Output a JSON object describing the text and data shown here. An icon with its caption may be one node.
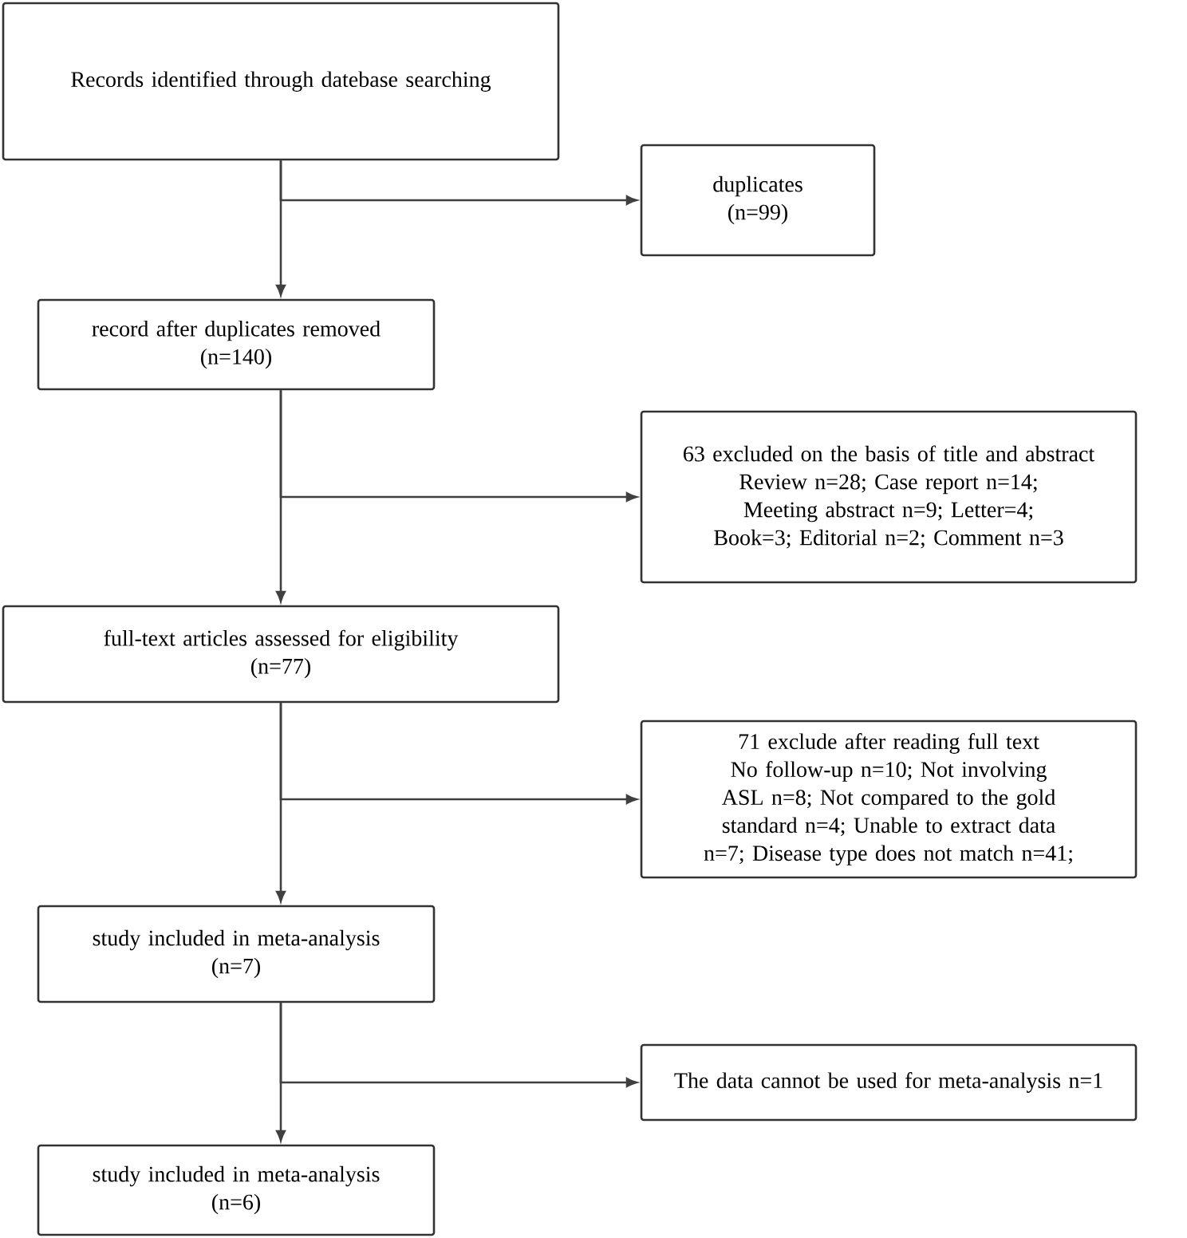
{
  "diagram": {
    "nodes": [
      {
        "text": [
          "Records identified through datebase searching"
        ]
      },
      {
        "text": [
          "duplicates",
          "(n=99)"
        ]
      },
      {
        "text": [
          "record after duplicates removed",
          "(n=140)"
        ]
      },
      {
        "text": [
          "63 excluded on the basis of title and abstract",
          "Review n=28; Case report n=14; Meeting abstract n=9; Letter=4; Book=3; Editorial n=2; Comment n=3"
        ]
      },
      {
        "text": [
          "full-text articles assessed for eligibility",
          "(n=77)"
        ]
      },
      {
        "text": [
          "71 exclude after reading full text",
          "No follow-up n=10; Not involving ASL n=8; Not compared to the gold standard n=4; Unable to extract data n=7; Disease type does not match n=41;"
        ]
      },
      {
        "text": [
          "study included in meta-analysis",
          "(n=7)"
        ]
      },
      {
        "text": [
          "The data cannot be used for meta-analysis n=1"
        ]
      },
      {
        "text": [
          "study included in meta-analysis",
          "(n=6)"
        ]
      }
    ],
    "edges": [
      {
        "from": 0,
        "to": 2,
        "arrow": "to"
      },
      {
        "from": 0,
        "to": 1,
        "arrow": "to"
      },
      {
        "from": 2,
        "to": 4,
        "arrow": "to"
      },
      {
        "from": 2,
        "to": 3,
        "arrow": "to"
      },
      {
        "from": 4,
        "to": 6,
        "arrow": "to"
      },
      {
        "from": 4,
        "to": 5,
        "arrow": "to"
      },
      {
        "from": 6,
        "to": 8,
        "arrow": "to"
      },
      {
        "from": 6,
        "to": 7,
        "arrow": "to"
      }
    ]
  }
}
